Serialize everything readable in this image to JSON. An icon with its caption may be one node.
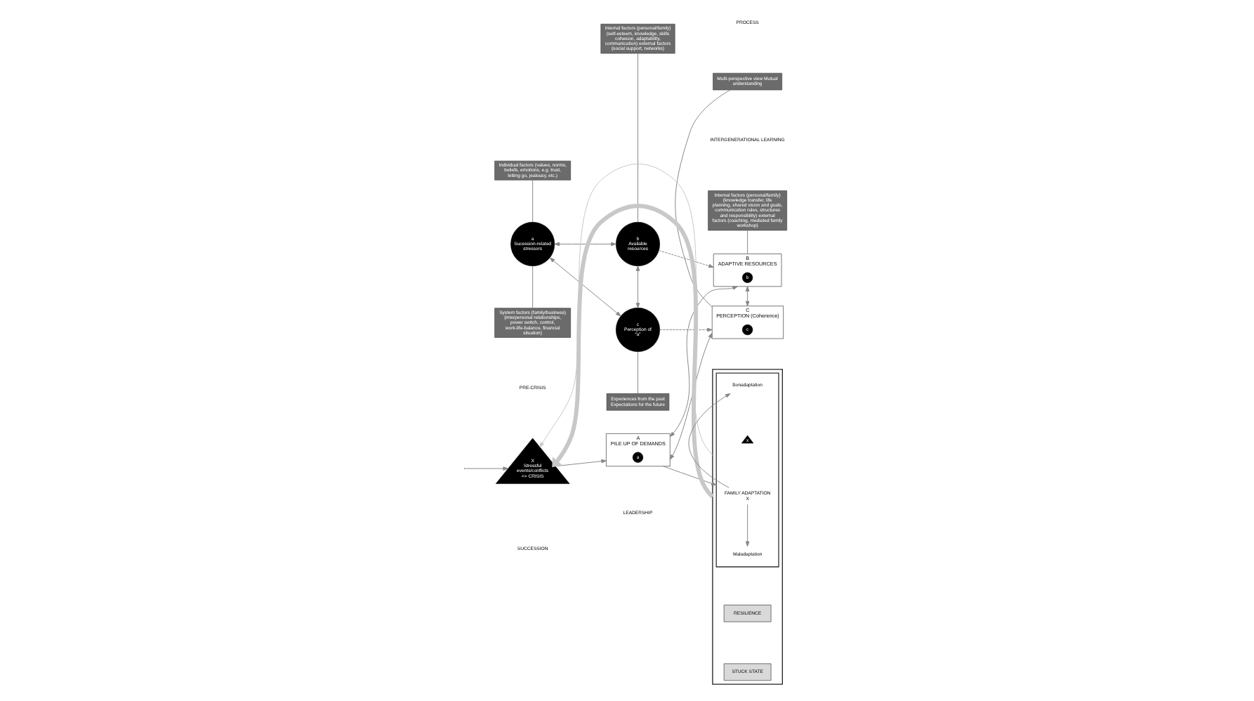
{
  "diagram": {
    "nodes": [
      {
        "text": [
          "Individual factors (values, norms, beliefs, emotions, e.g. trust, letting go, jealousy, etc.)"
        ]
      },
      {
        "text": [
          "a",
          "Sucession-related stressors"
        ]
      },
      {
        "text": [
          "System factors (family/business) (interpersonal relationships, power switch, control, work-life-balance, financial situation)"
        ]
      },
      {
        "text": [
          "Internal factors (personal/family) (self-esteem, knowledge, skills cohesion, adaptability, communication) external factors (social support, networks)"
        ]
      },
      {
        "text": [
          "b",
          "Available resources"
        ]
      },
      {
        "text": [
          "c",
          "Perception of “a”"
        ]
      },
      {
        "text": [
          "Experiences from the past Expectations for the future"
        ]
      },
      {
        "text": [
          "X",
          "Stressful events/conflicts => CRISIS"
        ]
      },
      {
        "text": [
          "Internal factors (personal/family) (knowledge transfer, life planning, shared vision and goals, communication rules, structures and responsibility) external factors (coaching, mediated family workshop)"
        ]
      },
      {
        "text": [
          "B",
          "ADAPTIVE RESOURCES"
        ]
      },
      {
        "text": [
          "b"
        ],
        "in": 9
      },
      {
        "text": [
          "A",
          "PILE UP OF DEMANDS"
        ]
      },
      {
        "text": [
          "a"
        ],
        "in": 11
      },
      {
        "text": [
          "C",
          "PERCEPTION (Coherence)"
        ]
      },
      {
        "text": [
          "c"
        ],
        "in": 13
      },
      {
        "text": [
          "Multi-perspective view Mutual understanding"
        ]
      },
      {
        "text": [],
        "shape": "box"
      },
      {
        "text": [
          "RESILIENCE"
        ],
        "in": 16
      },
      {
        "text": [],
        "shape": "box",
        "in": 16
      },
      {
        "text": [
          "Bonadaptation"
        ],
        "in": 18
      },
      {
        "text": [
          "x"
        ],
        "in": 18
      },
      {
        "text": [
          "FAMILY ADAPTATION",
          "X"
        ],
        "in": 18
      },
      {
        "text": [
          "Maladaptation"
        ],
        "in": 18
      },
      {
        "text": [
          "STUCK STATE"
        ],
        "in": 16
      }
    ],
    "edges": [
      {
        "from": 0,
        "to": 1,
        "arrow": "none"
      },
      {
        "from": 1,
        "to": 2,
        "arrow": "none"
      },
      {
        "from": 3,
        "to": 4,
        "arrow": "none"
      },
      {
        "from": 5,
        "to": 6,
        "arrow": "none"
      },
      {
        "from": 1,
        "to": 4,
        "arrow": "both"
      },
      {
        "from": 1,
        "to": 5,
        "arrow": "both"
      },
      {
        "from": 4,
        "to": 5,
        "arrow": "both"
      },
      {
        "from": 4,
        "to": 9,
        "arrow": "to",
        "style": "dashed"
      },
      {
        "from": 5,
        "to": 13,
        "arrow": "to",
        "style": "dashed"
      },
      {
        "from": null,
        "to": 7,
        "arrow": "to"
      },
      {
        "from": 7,
        "to": 11,
        "arrow": "to"
      },
      {
        "from": 11,
        "to": 9,
        "arrow": "both"
      },
      {
        "from": 11,
        "to": 13,
        "arrow": "both"
      },
      {
        "from": 9,
        "to": 13,
        "arrow": "both"
      },
      {
        "from": 11,
        "to": 18,
        "arrow": "to"
      },
      {
        "from": 8,
        "to": 9,
        "arrow": "none"
      },
      {
        "from": 13,
        "to": 15,
        "arrow": "none"
      },
      {
        "from": 21,
        "to": 19,
        "arrow": "to"
      },
      {
        "from": 21,
        "to": 22,
        "arrow": "to"
      },
      {
        "from": 16,
        "to": 7,
        "arrow": "to",
        "style": "thick",
        "color": "#c8c8c8"
      },
      {
        "from": 16,
        "to": 7,
        "arrow": "to",
        "color": "#c8c8c8"
      }
    ],
    "labels": [
      "PRE-CRISIS",
      "INTERGENERATIONAL LEARNING",
      "LEADERSHIP",
      "SUCCESSION",
      "PROCESS"
    ]
  }
}
